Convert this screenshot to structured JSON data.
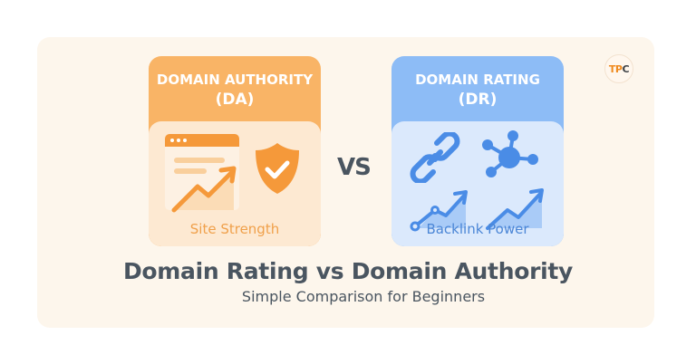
{
  "logo": {
    "part1": "TP",
    "part2": "C"
  },
  "cards": {
    "da": {
      "title_line1": "DOMAIN AUTHORITY",
      "title_line2": "(DA)",
      "caption": "Site Strength",
      "icons": [
        "browser-growth-chart-icon",
        "shield-check-icon"
      ]
    },
    "dr": {
      "title_line1": "DOMAIN RATING",
      "title_line2": "(DR)",
      "caption": "Backlink Power",
      "icons": [
        "chain-link-icon",
        "network-hub-icon",
        "growth-chart-dots-icon",
        "growth-chart-icon"
      ]
    }
  },
  "vs_label": "VS",
  "title": "Domain Rating vs Domain Authority",
  "subtitle": "Simple Comparison for Beginners",
  "colors": {
    "panel_bg": "#fdf6ec",
    "da_header": "#f9b466",
    "da_body": "#fde9d2",
    "da_accent": "#f5993a",
    "dr_header": "#8dbcf6",
    "dr_body": "#dbe9fc",
    "dr_accent": "#4a8ce6",
    "text_dark": "#4a5560"
  }
}
